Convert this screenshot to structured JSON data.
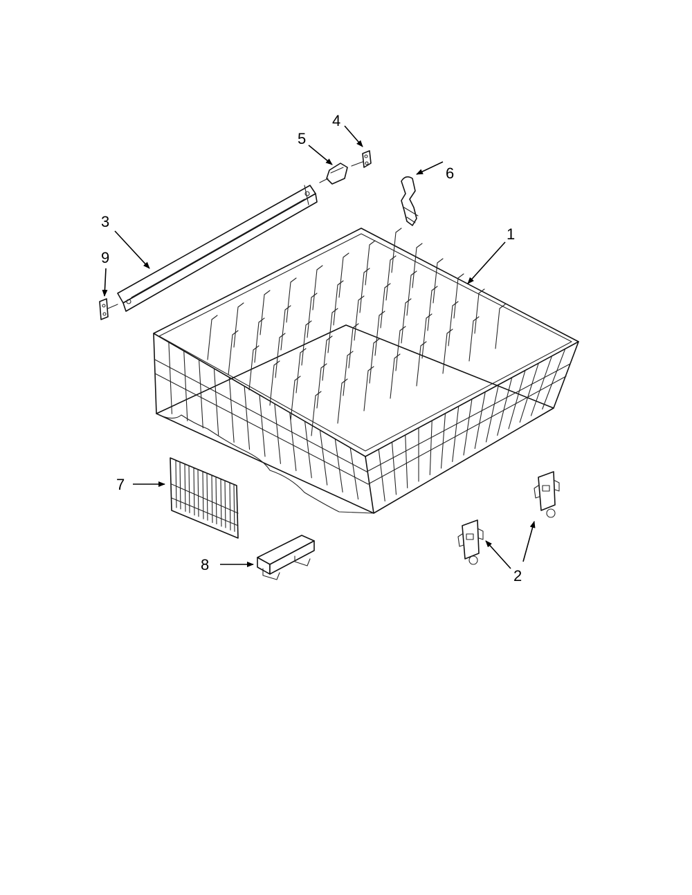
{
  "diagram": {
    "callouts": [
      {
        "id": "1",
        "label": "1",
        "part": "upper-dishrack"
      },
      {
        "id": "2",
        "label": "2",
        "part": "rack-roller-clips"
      },
      {
        "id": "3",
        "label": "3",
        "part": "rack-track"
      },
      {
        "id": "4",
        "label": "4",
        "part": "track-stop-clip"
      },
      {
        "id": "5",
        "label": "5",
        "part": "track-end-cap"
      },
      {
        "id": "6",
        "label": "6",
        "part": "rack-adjuster"
      },
      {
        "id": "7",
        "label": "7",
        "part": "tine-row-insert"
      },
      {
        "id": "8",
        "label": "8",
        "part": "rack-bumper"
      },
      {
        "id": "9",
        "label": "9",
        "part": "track-front-stop"
      }
    ]
  }
}
